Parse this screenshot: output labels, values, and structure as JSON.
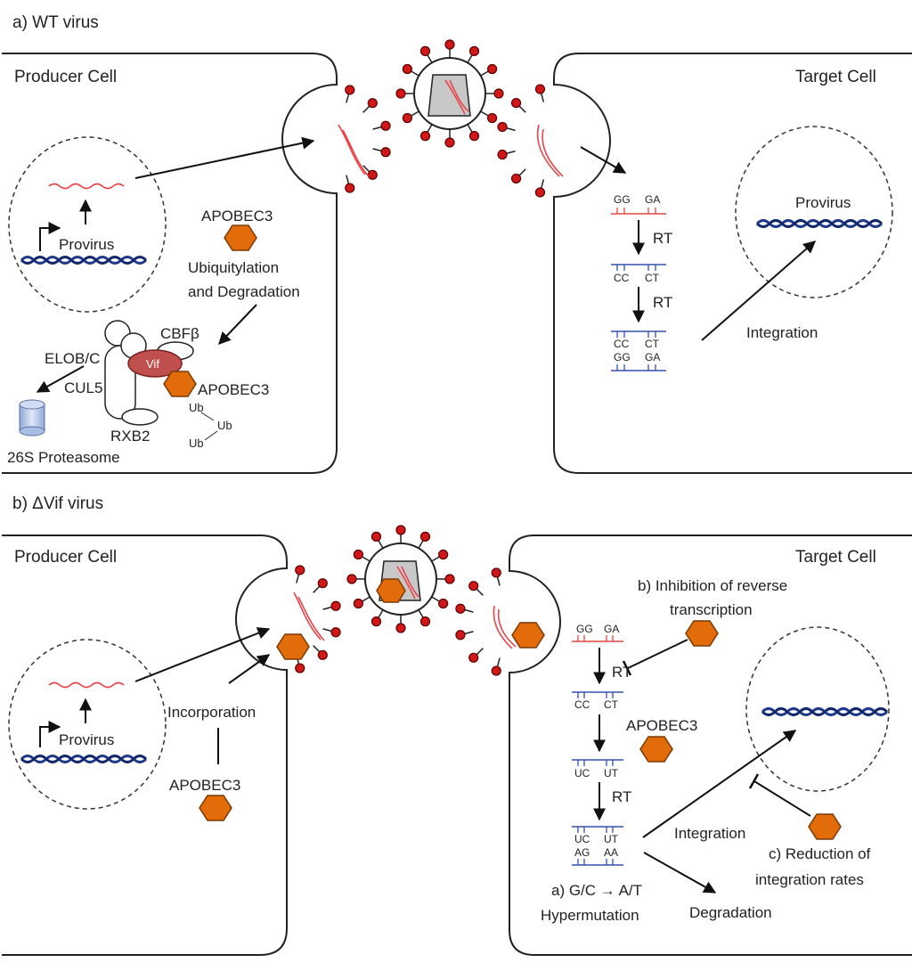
{
  "panel_a": {
    "title": "a) WT virus",
    "producer_label": "Producer Cell",
    "target_label": "Target Cell",
    "provirus_label": "Provirus",
    "apobec3_label": "APOBEC3",
    "ubiq_line1": "Ubiquitylation",
    "ubiq_line2": "and Degradation",
    "cbfb": "CBFβ",
    "elob": "ELOB/C",
    "vif": "Vif",
    "cul5": "CUL5",
    "rxb2": "RXB2",
    "complex_apobec3": "APOBEC3",
    "ub1": "Ub",
    "ub2": "Ub",
    "ub3": "Ub",
    "proteasome": "26S Proteasome",
    "rt1": "RT",
    "rt2": "RT",
    "gg1": "GG",
    "ga1": "GA",
    "cc1": "CC",
    "ct1": "CT",
    "cc2": "CC",
    "ct2": "CT",
    "gg2": "GG",
    "ga2": "GA",
    "target_provirus": "Provirus",
    "integration": "Integration"
  },
  "panel_b": {
    "title": "b) ΔVif virus",
    "producer_label": "Producer Cell",
    "target_label": "Target Cell",
    "provirus_label": "Provirus",
    "incorporation": "Incorporation",
    "apobec3_label": "APOBEC3",
    "inhib_line1": "b) Inhibition of reverse",
    "inhib_line2": "transcription",
    "rt1": "RT",
    "rt2": "RT",
    "gg": "GG",
    "ga": "GA",
    "cc": "CC",
    "ct": "CT",
    "apobec3_target": "APOBEC3",
    "uc1": "UC",
    "ut1": "UT",
    "uc2": "UC",
    "ut2": "UT",
    "ag": "AG",
    "aa": "AA",
    "hyper_line1": "a) G/C → A/T",
    "hyper_line2": "Hypermutation",
    "degradation": "Degradation",
    "integration": "Integration",
    "reduction_line1": "c) Reduction of",
    "reduction_line2": "integration rates"
  },
  "colors": {
    "apobec3": "#e36c0a",
    "vif": "#c0504d",
    "viral_rna": "#e8454a",
    "proviral_dna": "#1f3a8a",
    "spike": "#d01818"
  }
}
